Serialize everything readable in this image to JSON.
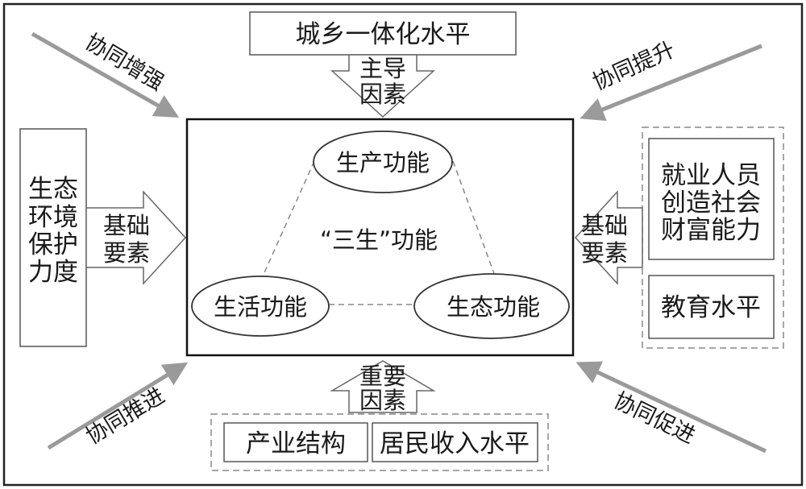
{
  "diagram": {
    "top_factor": "城乡一体化水平",
    "top_arrow_label": [
      "主导",
      "因素"
    ],
    "center_title": "“三生”功能",
    "nodes": {
      "production": "生产功能",
      "living": "生活功能",
      "ecology": "生态功能"
    },
    "left_factor": [
      "生态",
      "环境",
      "保护",
      "力度"
    ],
    "left_arrow_label": [
      "基础",
      "要素"
    ],
    "right_arrow_label": [
      "基础",
      "要素"
    ],
    "right_factors": {
      "employment": [
        "就业人员",
        "创造社会",
        "财富能力"
      ],
      "education": "教育水平"
    },
    "bottom_arrow_label": [
      "重要",
      "因素"
    ],
    "bottom_factors": {
      "industry": "产业结构",
      "income": "居民收入水平"
    },
    "corner_labels": {
      "top_left": "协同增强",
      "top_right": "协同提升",
      "bottom_left": "协同推进",
      "bottom_right": "协同促进"
    }
  }
}
